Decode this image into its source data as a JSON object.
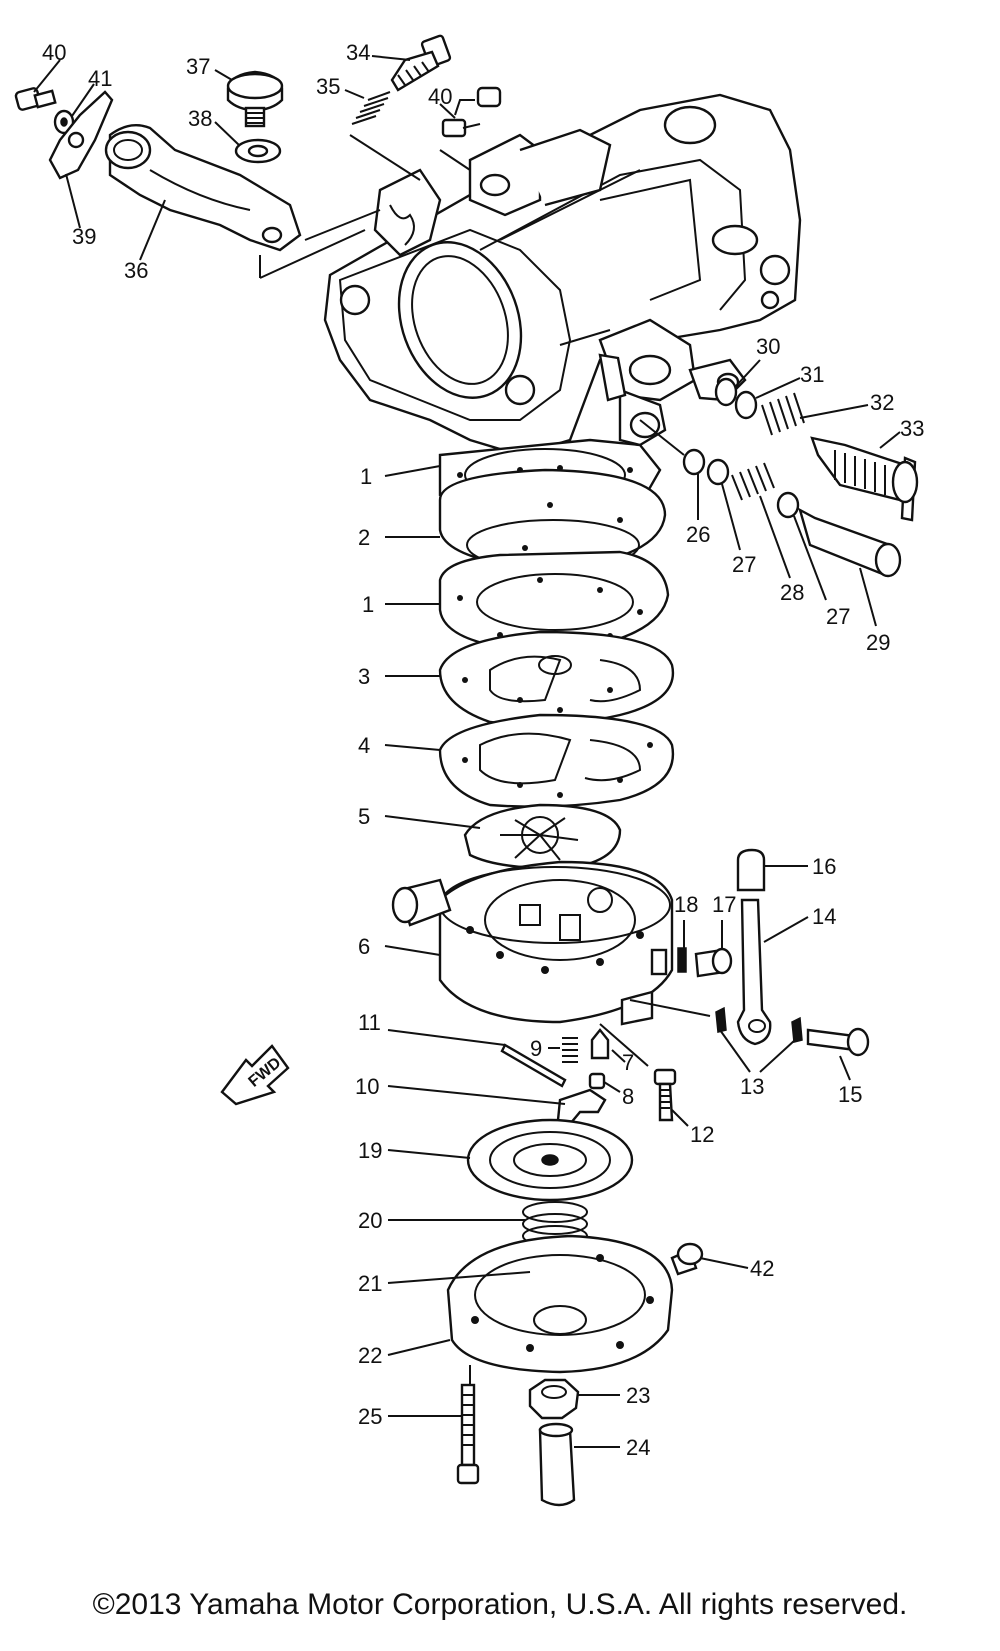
{
  "diagram": {
    "callouts": [
      {
        "id": "c1a",
        "label": "1"
      },
      {
        "id": "c2",
        "label": "2"
      },
      {
        "id": "c1b",
        "label": "1"
      },
      {
        "id": "c3",
        "label": "3"
      },
      {
        "id": "c4",
        "label": "4"
      },
      {
        "id": "c5",
        "label": "5"
      },
      {
        "id": "c6",
        "label": "6"
      },
      {
        "id": "c7",
        "label": "7"
      },
      {
        "id": "c8",
        "label": "8"
      },
      {
        "id": "c9",
        "label": "9"
      },
      {
        "id": "c10",
        "label": "10"
      },
      {
        "id": "c11",
        "label": "11"
      },
      {
        "id": "c12",
        "label": "12"
      },
      {
        "id": "c13",
        "label": "13"
      },
      {
        "id": "c14",
        "label": "14"
      },
      {
        "id": "c15",
        "label": "15"
      },
      {
        "id": "c16",
        "label": "16"
      },
      {
        "id": "c17",
        "label": "17"
      },
      {
        "id": "c18",
        "label": "18"
      },
      {
        "id": "c19",
        "label": "19"
      },
      {
        "id": "c20",
        "label": "20"
      },
      {
        "id": "c21",
        "label": "21"
      },
      {
        "id": "c22",
        "label": "22"
      },
      {
        "id": "c23",
        "label": "23"
      },
      {
        "id": "c24",
        "label": "24"
      },
      {
        "id": "c25",
        "label": "25"
      },
      {
        "id": "c26",
        "label": "26"
      },
      {
        "id": "c27a",
        "label": "27"
      },
      {
        "id": "c28",
        "label": "28"
      },
      {
        "id": "c27b",
        "label": "27"
      },
      {
        "id": "c29",
        "label": "29"
      },
      {
        "id": "c30",
        "label": "30"
      },
      {
        "id": "c31",
        "label": "31"
      },
      {
        "id": "c32",
        "label": "32"
      },
      {
        "id": "c33",
        "label": "33"
      },
      {
        "id": "c34",
        "label": "34"
      },
      {
        "id": "c35",
        "label": "35"
      },
      {
        "id": "c36",
        "label": "36"
      },
      {
        "id": "c37",
        "label": "37"
      },
      {
        "id": "c38",
        "label": "38"
      },
      {
        "id": "c39",
        "label": "39"
      },
      {
        "id": "c40a",
        "label": "40"
      },
      {
        "id": "c40b",
        "label": "40"
      },
      {
        "id": "c41",
        "label": "41"
      },
      {
        "id": "c42",
        "label": "42"
      }
    ],
    "fwd_label": "FWD"
  },
  "footer": {
    "copyright": "©2013 Yamaha Motor Corporation, U.S.A. All rights reserved."
  }
}
